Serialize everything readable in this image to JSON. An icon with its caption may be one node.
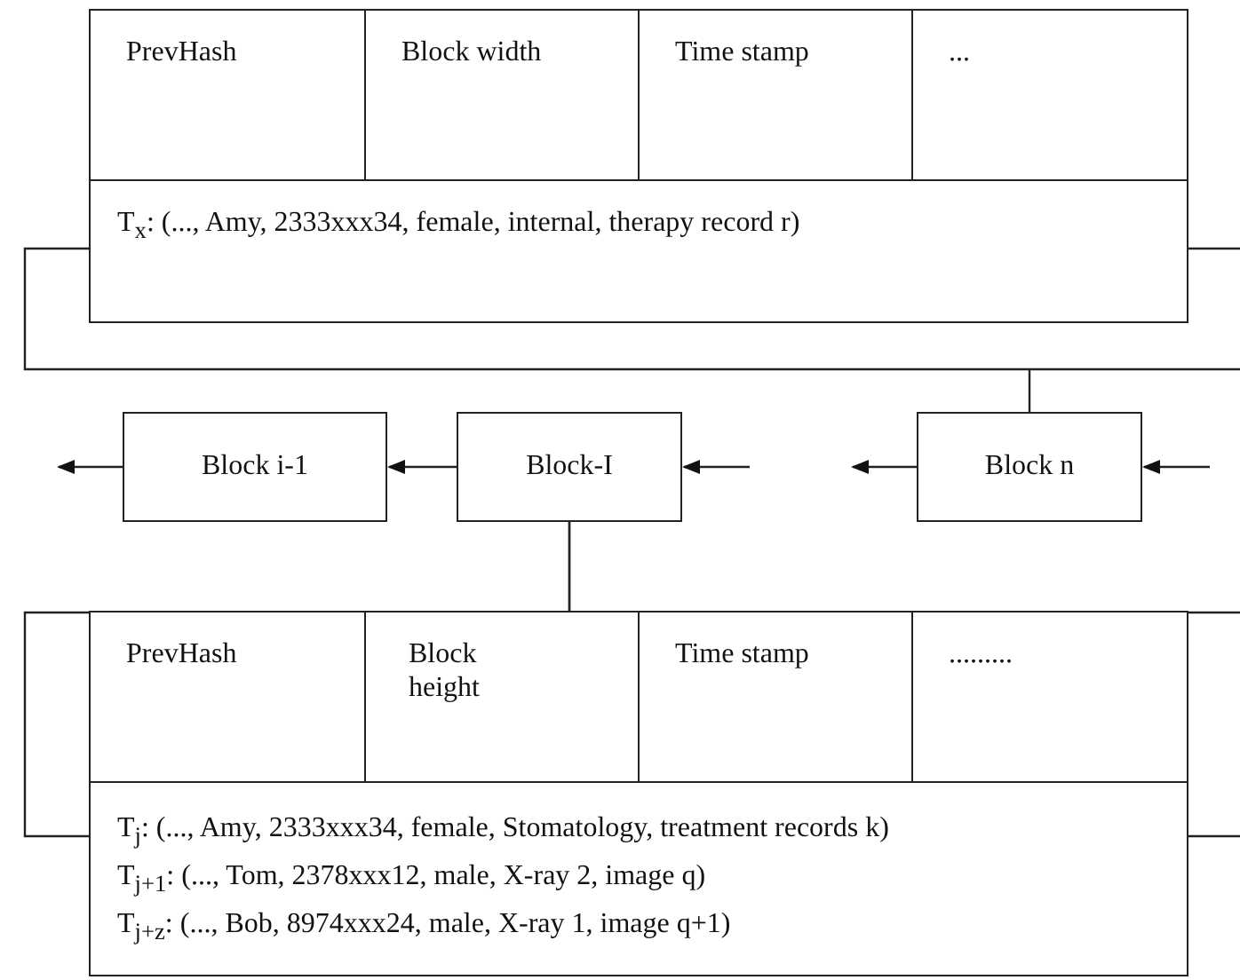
{
  "diagram": {
    "nodes": [
      {
        "text": [],
        "shape": "box"
      },
      {
        "text": [
          "PrevHash"
        ],
        "in": 0
      },
      {
        "text": [
          "Block width"
        ],
        "in": 0
      },
      {
        "text": [
          "Time stamp"
        ],
        "in": 0
      },
      {
        "text": [
          "..."
        ],
        "in": 0
      },
      {
        "text": [
          "T$_{x}$: (..., Amy, 2333xxx34, female, internal, therapy record r)"
        ],
        "in": 0
      },
      {
        "text": [
          "Block i-1"
        ]
      },
      {
        "text": [
          "Block-I"
        ]
      },
      {
        "text": [
          "Block n"
        ]
      },
      {
        "text": [],
        "shape": "box"
      },
      {
        "text": [
          "PrevHash"
        ],
        "in": 9
      },
      {
        "text": [
          "Block height"
        ],
        "in": 9
      },
      {
        "text": [
          "Time stamp"
        ],
        "in": 9
      },
      {
        "text": [
          "........."
        ],
        "in": 9
      },
      {
        "text": [
          "T$_{j}$: (..., Amy, 2333xxx34, female, Stomatology, treatment records k)",
          "T$_{j+1}$: (..., Tom, 2378xxx12, male, X-ray 2, image q)",
          "T$_{j+z}$: (..., Bob, 8974xxx24, male, X-ray 1, image q+1)"
        ],
        "in": 9
      }
    ],
    "edges": [
      {
        "from": 7,
        "to": 6,
        "arrow": "to"
      },
      {
        "from": 6,
        "to": null,
        "arrow": "to"
      },
      {
        "from": null,
        "to": 7,
        "arrow": "to"
      },
      {
        "from": 8,
        "to": null,
        "arrow": "to"
      },
      {
        "from": null,
        "to": 8,
        "arrow": "to"
      },
      {
        "from": 8,
        "to": 5,
        "arrow": "none"
      },
      {
        "from": 7,
        "to": 9,
        "arrow": "none"
      },
      {
        "from": 7,
        "to": 14,
        "arrow": "none"
      }
    ]
  }
}
